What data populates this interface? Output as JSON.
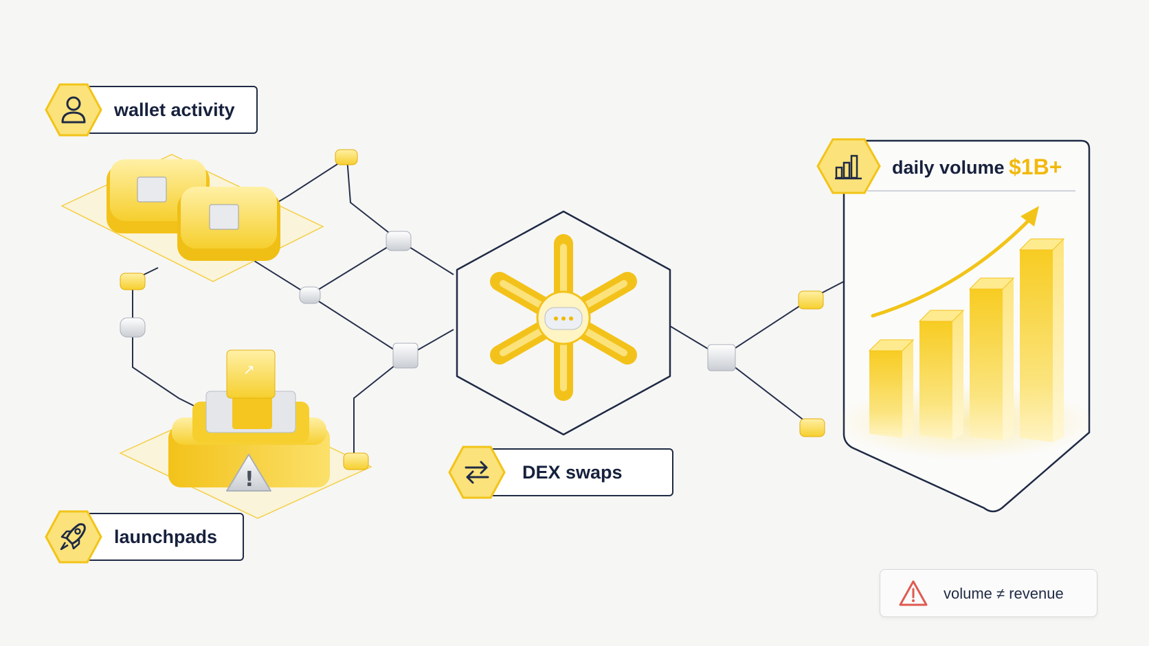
{
  "labels": {
    "wallet": "wallet activity",
    "launchpads": "launchpads",
    "dex": "DEX swaps",
    "volume_label": "daily volume",
    "volume_value": "$1B+"
  },
  "warning": {
    "text": "volume ≠ revenue"
  },
  "icons": {
    "wallet": "user-icon",
    "launchpads": "rocket-icon",
    "dex": "swap-arrows-icon",
    "volume": "bar-chart-icon",
    "warning": "warning-triangle-icon"
  },
  "colors": {
    "accent": "#f2c418",
    "accent_light": "#fbe27a",
    "outline": "#1f2a44",
    "warning": "#e05a50"
  }
}
